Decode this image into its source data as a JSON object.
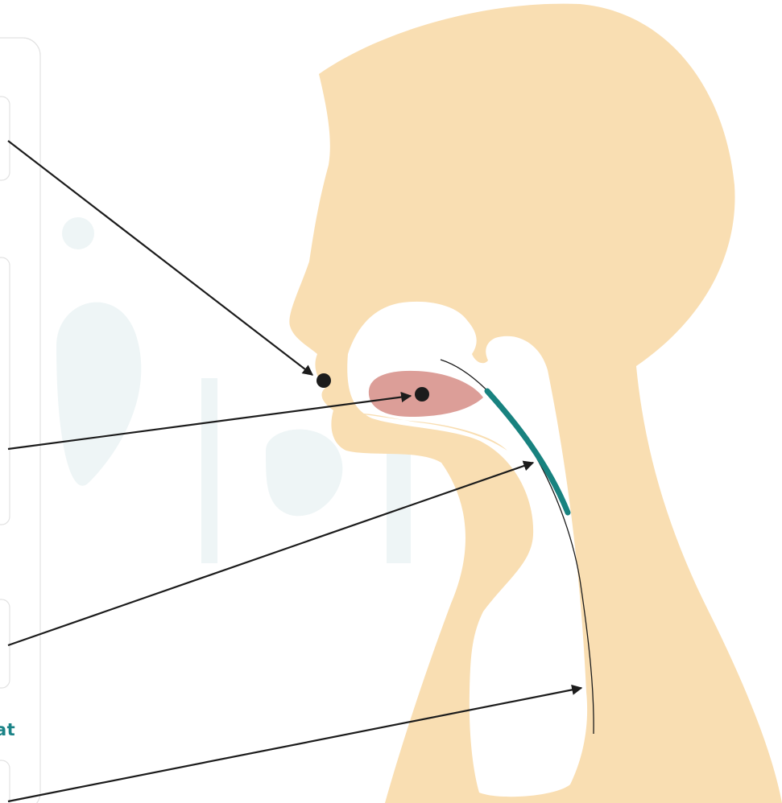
{
  "side_panel": {
    "partial_label": "at"
  },
  "colors": {
    "skin": "#f9deb2",
    "tongue": "#dc9e98",
    "esophagus_muscle": "#18827f",
    "arrow": "#1c1c1c",
    "panel_border": "#e2e2e2",
    "watermark": "#eef5f6",
    "accent_text": "#1b8387"
  },
  "structures": [
    {
      "id": "mouth-opening",
      "marker": "dot"
    },
    {
      "id": "tongue",
      "marker": "dot"
    },
    {
      "id": "pharynx-muscle",
      "marker": "arrowhead"
    },
    {
      "id": "esophagus",
      "marker": "arrowhead"
    }
  ]
}
